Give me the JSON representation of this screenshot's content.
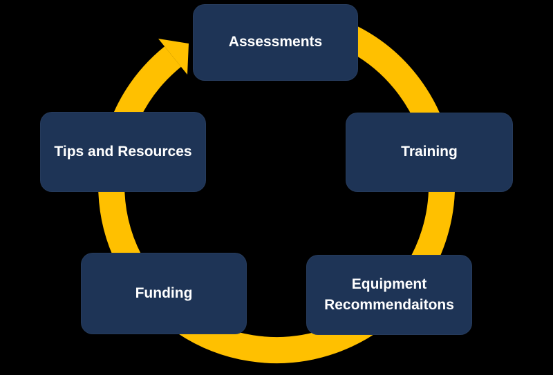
{
  "diagram": {
    "type": "cycle",
    "direction": "clockwise",
    "nodes": [
      {
        "id": "assessments",
        "label": "Assessments",
        "position": "top"
      },
      {
        "id": "training",
        "label": "Training",
        "position": "right"
      },
      {
        "id": "equipment-recommendations",
        "label": "Equipment Recommendaitons",
        "position": "bottom-right"
      },
      {
        "id": "funding",
        "label": "Funding",
        "position": "bottom-left"
      },
      {
        "id": "tips-and-resources",
        "label": "Tips and Resources",
        "position": "left"
      }
    ],
    "sequence": [
      "Assessments",
      "Training",
      "Equipment Recommendaitons",
      "Funding",
      "Tips and Resources"
    ]
  },
  "colors": {
    "background": "#000000",
    "node-fill": "#1e3456",
    "node-text": "#ffffff",
    "ring": "#ffc000"
  }
}
